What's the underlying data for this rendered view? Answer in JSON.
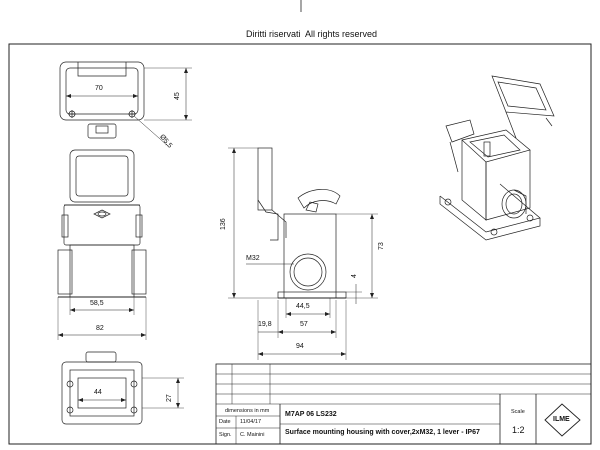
{
  "header": {
    "left": "Diritti riservati",
    "right": "All rights reserved"
  },
  "dims": {
    "top_width": "70",
    "top_height": "45",
    "hole": "Ø5,5",
    "w58": "58,5",
    "w82": "82",
    "h136": "136",
    "h73": "73",
    "m32": "M32",
    "d4": "4",
    "w44_5": "44,5",
    "w57": "57",
    "w19_8": "19,8",
    "w94": "94",
    "w44": "44",
    "h27": "27"
  },
  "title_block": {
    "dim_label": "dimensions in mm",
    "date_label": "Date",
    "date_value": "11/04/17",
    "sign_label": "Sign.",
    "sign_value": "C. Mainini",
    "code": "M7AP 06 LS232",
    "description": "Surface mounting housing with cover,2xM32, 1 lever - IP67",
    "scale_label": "Scale",
    "scale_value": "1:2",
    "logo": "ILME"
  }
}
